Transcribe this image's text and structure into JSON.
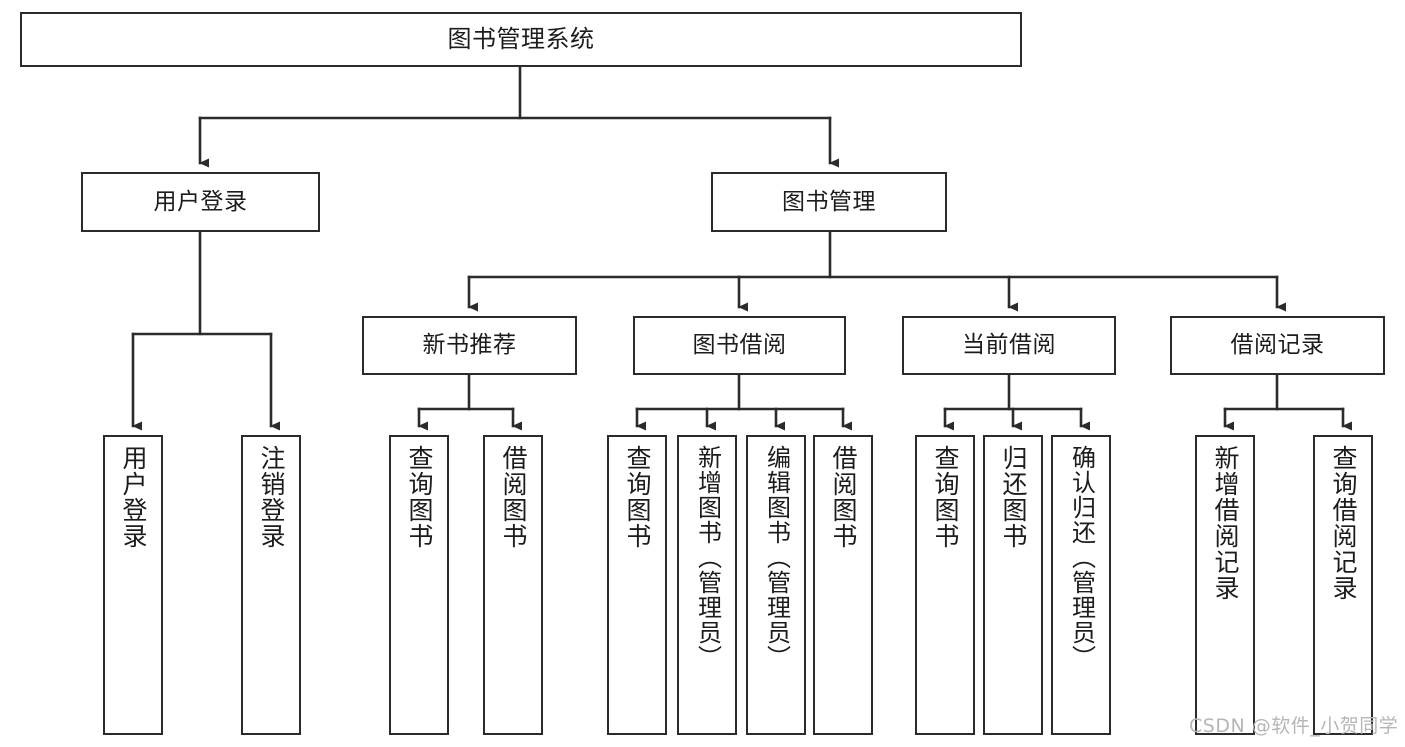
{
  "diagram": {
    "title": "图书管理系统",
    "type": "hierarchy-tree",
    "watermark": "CSDN @软件_小贺同学",
    "colors": {
      "stroke": "#2b2b2b",
      "fill": "#ffffff",
      "text": "#1c1c1c",
      "watermark": "#b6b6b6"
    },
    "nodes": {
      "root": {
        "label": "图书管理系统"
      },
      "level2": [
        {
          "label": "用户登录"
        },
        {
          "label": "图书管理"
        }
      ],
      "level3": [
        {
          "label": "新书推荐"
        },
        {
          "label": "图书借阅"
        },
        {
          "label": "当前借阅"
        },
        {
          "label": "借阅记录"
        }
      ],
      "leaves": {
        "user_login": [
          {
            "label": "用户登录"
          },
          {
            "label": "注销登录"
          }
        ],
        "new_book": [
          {
            "label": "查询图书"
          },
          {
            "label": "借阅图书"
          }
        ],
        "book_borrow": [
          {
            "label": "查询图书"
          },
          {
            "label": "新增图书（管理员）"
          },
          {
            "label": "编辑图书（管理员）"
          },
          {
            "label": "借阅图书"
          }
        ],
        "current_borrow": [
          {
            "label": "查询图书"
          },
          {
            "label": "归还图书"
          },
          {
            "label": "确认归还（管理员）"
          }
        ],
        "borrow_record": [
          {
            "label": "新增借阅记录"
          },
          {
            "label": "查询借阅记录"
          }
        ]
      }
    }
  }
}
